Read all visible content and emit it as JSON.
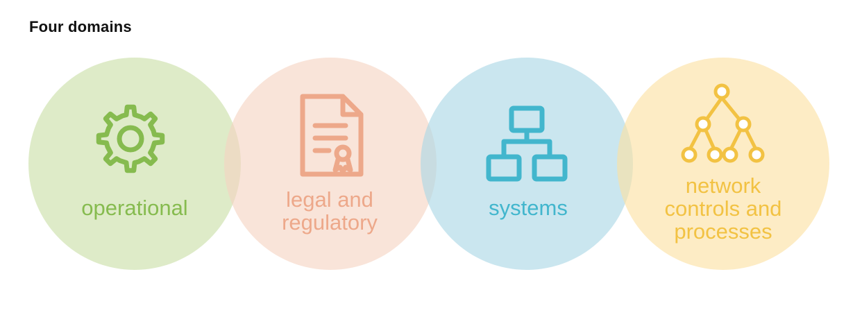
{
  "title": "Four domains",
  "domains": [
    {
      "label": "operational",
      "icon": "gear-icon",
      "circle_color": "#c9dfa6",
      "color": "#86bb4f"
    },
    {
      "label": "legal and\nregulatory",
      "icon": "certificate-document-icon",
      "circle_color": "#f6d3c2",
      "color": "#eda88a"
    },
    {
      "label": "systems",
      "icon": "network-hierarchy-icon",
      "circle_color": "#a9d6e5",
      "color": "#42b6cd"
    },
    {
      "label": "network\ncontrols and\nprocesses",
      "icon": "node-tree-icon",
      "circle_color": "#fbe1a2",
      "color": "#f2c243"
    }
  ]
}
